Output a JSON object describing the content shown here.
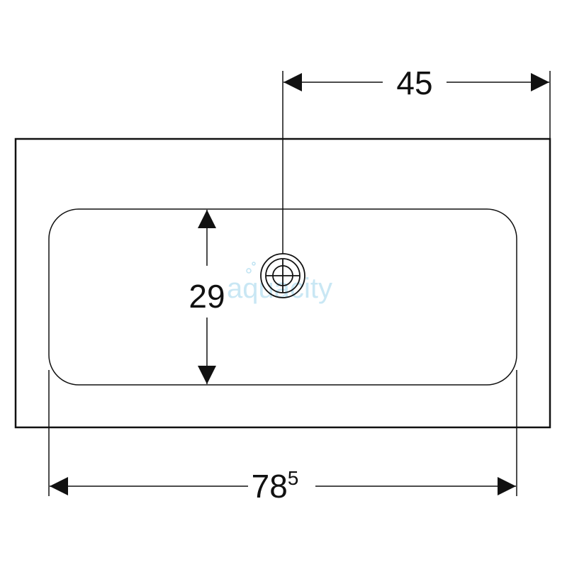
{
  "dimensions": {
    "drain_offset": {
      "value": "45"
    },
    "basin_depth": {
      "value": "29"
    },
    "overall_width": {
      "value": "78",
      "superscript": "5"
    }
  },
  "watermark": {
    "text": "aquacity",
    "color": "#bfe3f2"
  },
  "colors": {
    "line": "#111111",
    "background": "#ffffff"
  }
}
